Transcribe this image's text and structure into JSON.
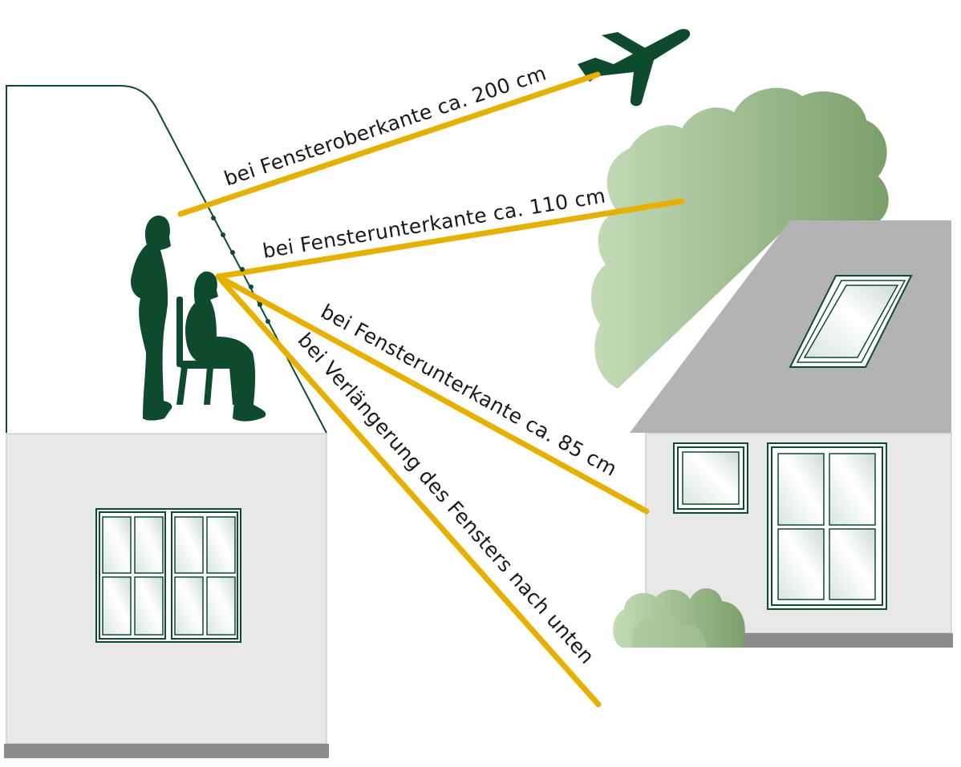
{
  "labels": {
    "top_edge": "bei Fensteroberkante ca. 200 cm",
    "bottom_edge_110": "bei Fensterunterkante ca. 110 cm",
    "bottom_edge_85": "bei Fensterunterkante ca. 85 cm",
    "extension_down": "bei Verlängerung des Fensters nach unten"
  },
  "colors": {
    "sight_line": "#e6b000",
    "figure_green": "#0d4a2e",
    "wall": "#e8e8e8",
    "roof": "#b3b3b3",
    "ground": "#8c8c8c",
    "tree_light": "#c2d9b6",
    "tree_dark": "#7ea16e"
  },
  "icons": [
    "airplane-icon",
    "standing-person-icon",
    "sitting-person-icon",
    "chair-icon"
  ]
}
